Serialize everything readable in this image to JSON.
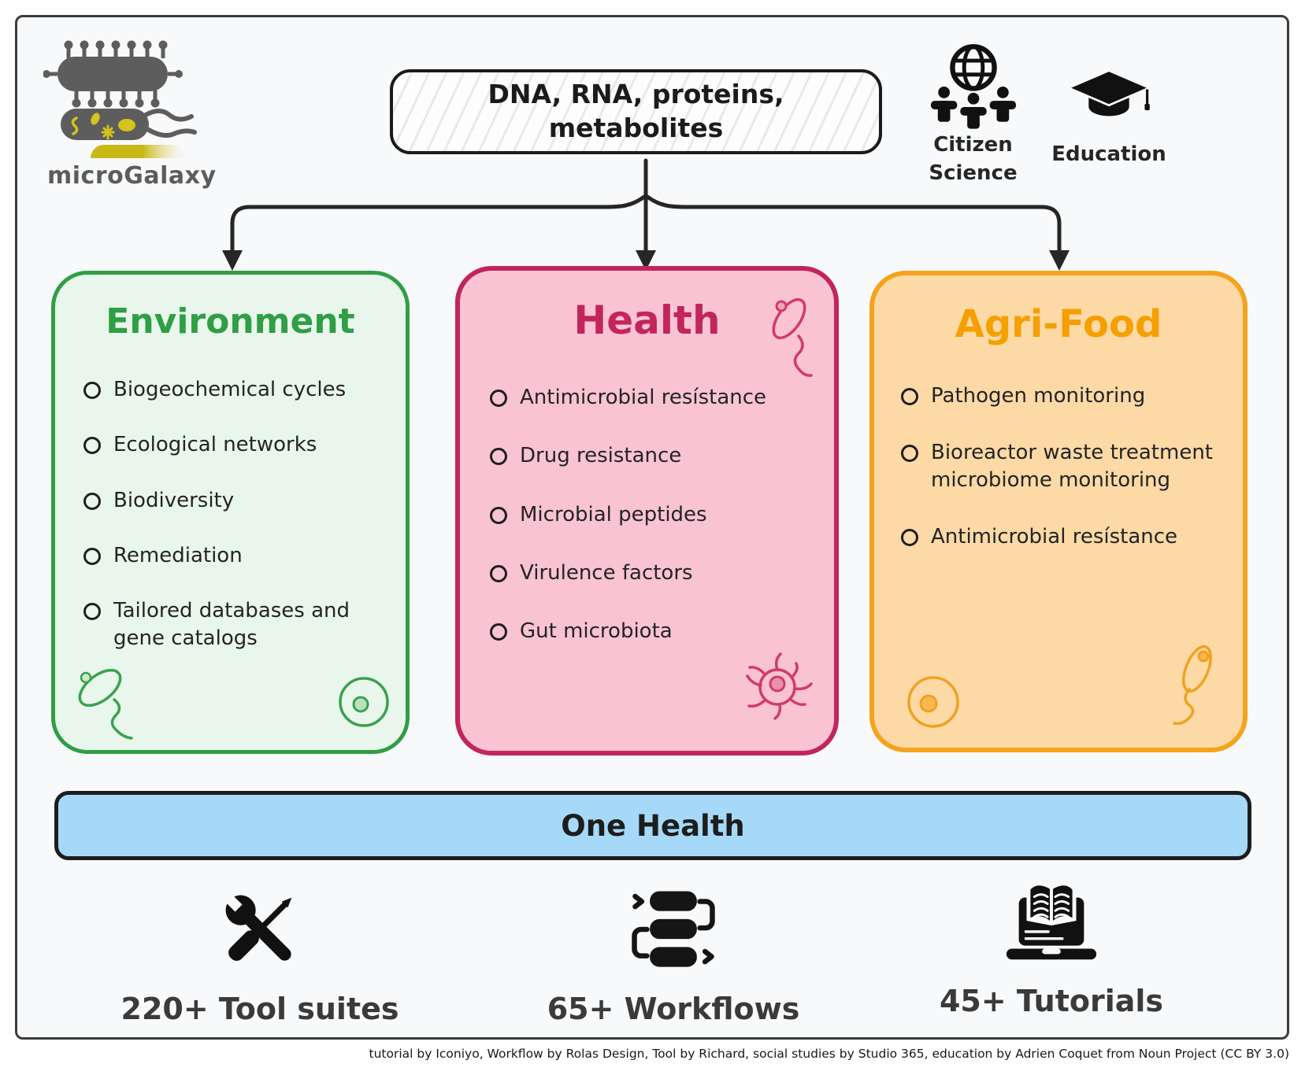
{
  "logo": {
    "label": "microGalaxy",
    "icon": "microbes-logo-icon"
  },
  "input_box": {
    "line1": "DNA, RNA, proteins,",
    "line2": "metabolites"
  },
  "communities": {
    "citizen_science": {
      "icon": "citizen-science-icon",
      "label_line1": "Citizen",
      "label_line2": "Science"
    },
    "education": {
      "icon": "education-icon",
      "label": "Education"
    }
  },
  "cards": [
    {
      "id": "environment",
      "title": "Environment",
      "accent_color": "#2f9e44",
      "bg_color": "#e9f6ec",
      "items": [
        "Biogeochemical cycles",
        "Ecological networks",
        "Biodiversity",
        "Remediation",
        "Tailored databases and gene catalogs"
      ]
    },
    {
      "id": "health",
      "title": "Health",
      "accent_color": "#c2255c",
      "bg_color": "#f9c3d3",
      "items": [
        "Antimicrobial resístance",
        "Drug resistance",
        "Microbial peptides",
        "Virulence factors",
        "Gut microbiota"
      ]
    },
    {
      "id": "agri-food",
      "title": "Agri-Food",
      "accent_color": "#f59f00",
      "bg_color": "#fcd9a5",
      "items": [
        "Pathogen monitoring",
        "Bioreactor waste treatment microbiome monitoring",
        "Antimicrobial resístance"
      ]
    }
  ],
  "one_health": {
    "label": "One Health",
    "bg_color": "#a6d9f8"
  },
  "stats": [
    {
      "icon": "tools-icon",
      "label": "220+ Tool suites"
    },
    {
      "icon": "workflow-icon",
      "label": "65+ Workflows"
    },
    {
      "icon": "tutorials-icon",
      "label": "45+ Tutorials"
    }
  ],
  "attribution": "tutorial by Iconiyo, Workflow by Rolas Design, Tool by Richard, social studies by Studio 365, education by Adrien Coquet from Noun Project (CC BY 3.0)"
}
